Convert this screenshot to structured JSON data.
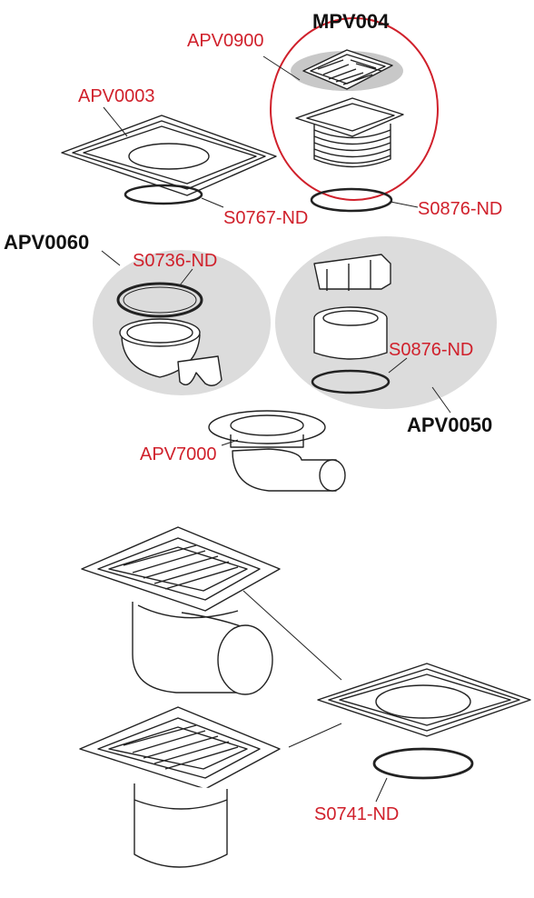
{
  "colors": {
    "label_red": "#d0202b",
    "label_black": "#111111",
    "group_fill": "#dcdcdc",
    "circle_stroke": "#d0202b",
    "line": "#222222"
  },
  "labels": {
    "mpv004": "MPV004",
    "apv0900": "APV0900",
    "apv0003": "APV0003",
    "s0767": "S0767-ND",
    "s0876_top": "S0876-ND",
    "apv0060": "APV0060",
    "s0736": "S0736-ND",
    "s0876_mid": "S0876-ND",
    "apv0050": "APV0050",
    "apv7000": "APV7000",
    "s0741": "S0741-ND"
  }
}
